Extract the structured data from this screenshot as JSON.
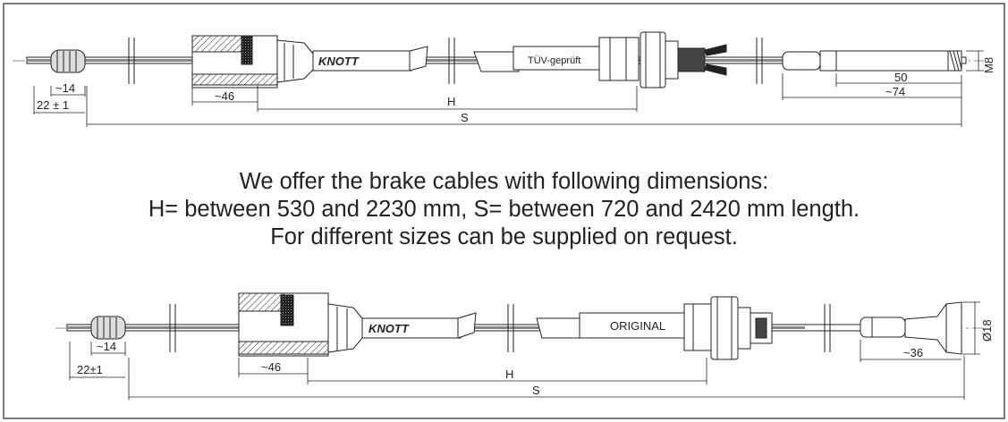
{
  "top_cable": {
    "brand": "KNOTT",
    "sleeve_text": "TÜV-geprüft",
    "thread": "M8",
    "dims": {
      "end_len": "~14",
      "end_pos": "22 ± 1",
      "housing": "~46",
      "h": "H",
      "thread_len": "50",
      "rod_len": "~74",
      "s": "S"
    }
  },
  "notes": {
    "line1": "We offer the brake cables with following dimensions:",
    "line2": "H= between 530 and 2230 mm, S= between 720 and 2420 mm length.",
    "line3": "For different sizes can be supplied on request."
  },
  "bottom_cable": {
    "brand": "KNOTT",
    "sleeve_text": "ORIGINAL",
    "diameter": "Ø18",
    "dims": {
      "end_len": "~14",
      "end_pos": "22±1",
      "housing": "~46",
      "h": "H",
      "tip_len": "~36",
      "s": "S"
    }
  }
}
